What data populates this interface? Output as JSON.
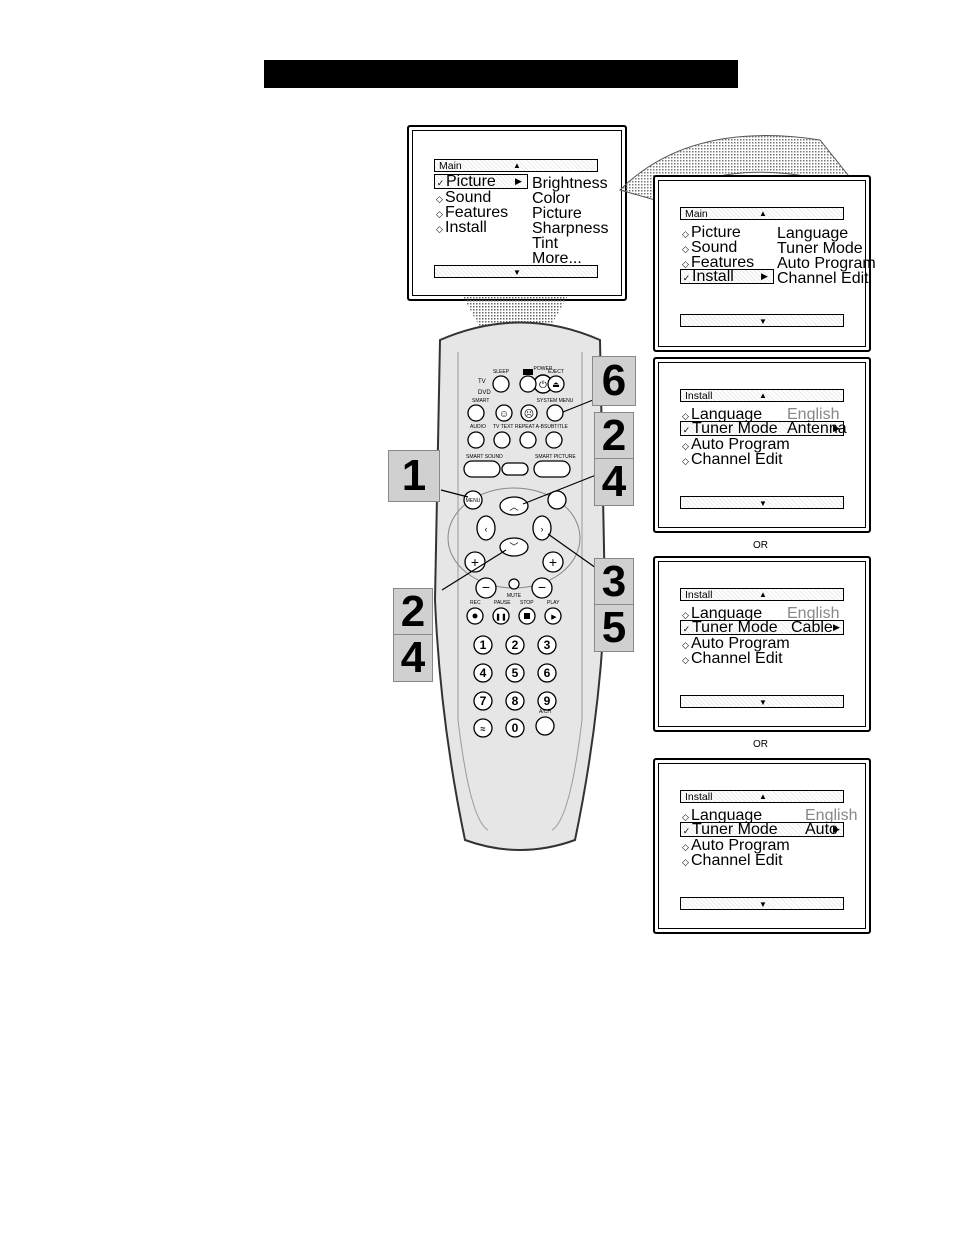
{
  "colors": {
    "title_bar": "#000000",
    "screen_border": "#000000",
    "remote_body": "#e6e6e6",
    "callout_bg": "#d0d0d0"
  },
  "main_screen": {
    "header": "Main",
    "items": [
      "Picture",
      "Sound",
      "Features",
      "Install"
    ],
    "selected": "Picture",
    "right_items": [
      "Brightness",
      "Color",
      "Picture",
      "Sharpness",
      "Tint",
      "More..."
    ]
  },
  "screen_main_install": {
    "header": "Main",
    "items": [
      "Picture",
      "Sound",
      "Features",
      "Install"
    ],
    "selected": "Install",
    "right_items": [
      "Language",
      "Tuner Mode",
      "Auto Program",
      "Channel Edit"
    ]
  },
  "screen_antenna": {
    "header": "Install",
    "items": [
      "Language",
      "Tuner Mode",
      "Auto Program",
      "Channel Edit"
    ],
    "language_value": "English",
    "tuner_value": "Antenna"
  },
  "screen_cable": {
    "header": "Install",
    "items": [
      "Language",
      "Tuner Mode",
      "Auto Program",
      "Channel Edit"
    ],
    "language_value": "English",
    "tuner_value": "Cable"
  },
  "screen_auto": {
    "header": "Install",
    "items": [
      "Language",
      "Tuner Mode",
      "Auto Program",
      "Channel Edit"
    ],
    "language_value": "English",
    "tuner_value": "Auto"
  },
  "or_label": "OR",
  "remote": {
    "labels": {
      "power": "POWER",
      "sleep": "SLEEP",
      "eject": "EJECT",
      "tv": "TV",
      "dvd": "DVD",
      "smart": "SMART",
      "system_menu": "SYSTEM MENU",
      "audio": "AUDIO",
      "tv_text": "TV TEXT",
      "repeat": "REPEAT A-B",
      "subtitle": "SUBTITLE",
      "smart_sound": "SMART SOUND",
      "smart_picture": "SMART PICTURE",
      "mute": "MUTE",
      "pause": "PAUSE",
      "stop": "STOP",
      "play": "PLAY",
      "rec": "REC",
      "menu": "MENU",
      "a_ch": "A/CH"
    },
    "digits": [
      "1",
      "2",
      "3",
      "4",
      "5",
      "6",
      "7",
      "8",
      "9",
      "0"
    ],
    "callouts": [
      "1",
      "2",
      "4",
      "2",
      "4",
      "3",
      "5",
      "6"
    ]
  }
}
